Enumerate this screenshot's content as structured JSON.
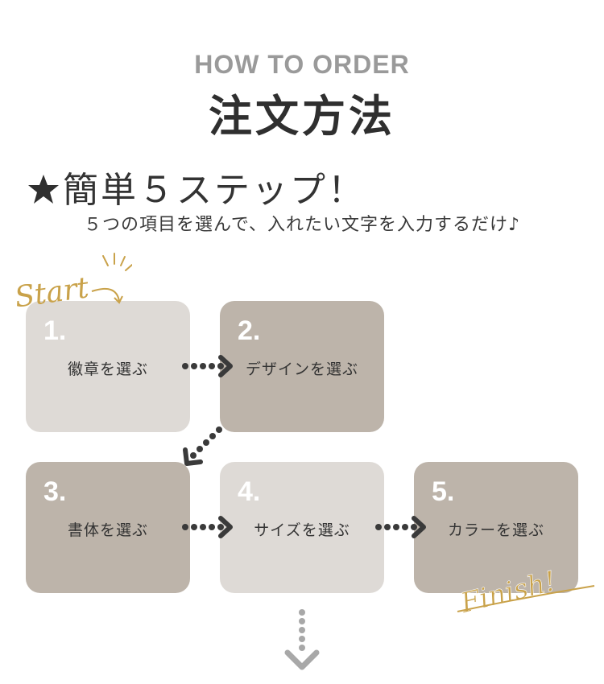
{
  "header": {
    "eyebrow": "HOW TO ORDER",
    "title": "注文方法"
  },
  "intro": {
    "headline": "簡単５ステップ！",
    "subline": "５つの項目を選んで、入れたい文字を入力するだけ♪"
  },
  "steps": [
    {
      "number": "1.",
      "label": "徽章を選ぶ"
    },
    {
      "number": "2.",
      "label": "デザインを選ぶ"
    },
    {
      "number": "3.",
      "label": "書体を選ぶ"
    },
    {
      "number": "4.",
      "label": "サイズを選ぶ"
    },
    {
      "number": "5.",
      "label": "カラーを選ぶ"
    }
  ],
  "decorations": {
    "start_text": "Start",
    "finish_text": "Finish!"
  },
  "colors": {
    "light_box": "#dedad6",
    "dark_box": "#bdb4aa",
    "arrow": "#3a3a3a",
    "gold": "#c9a24a",
    "down_arrow": "#a8a8a8"
  }
}
